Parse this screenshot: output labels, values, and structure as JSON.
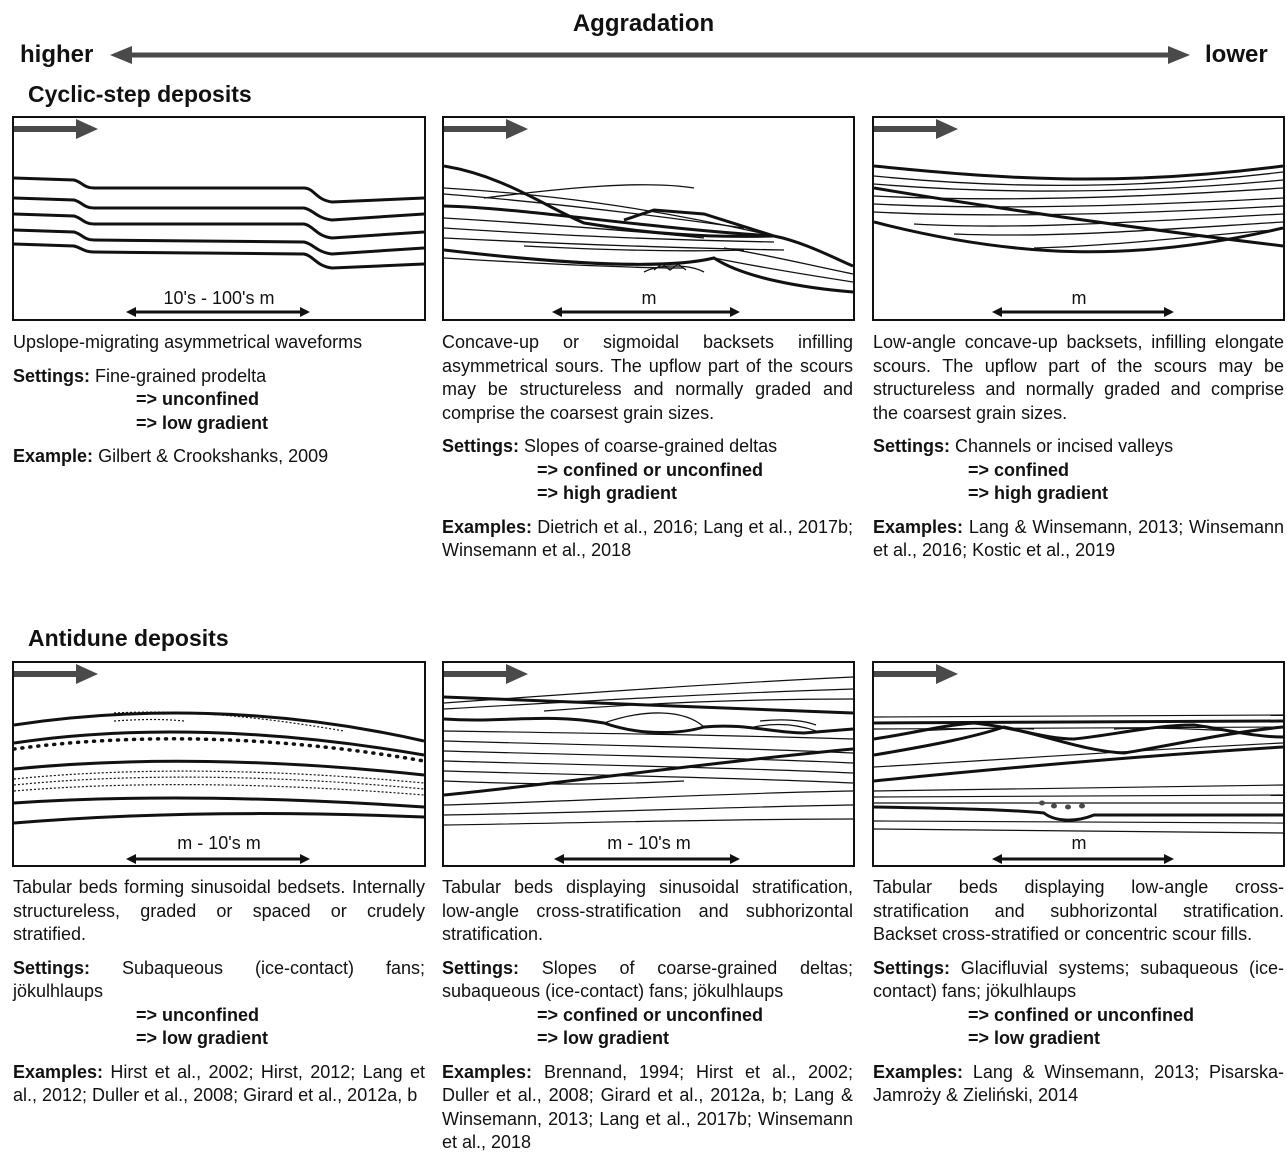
{
  "header": {
    "title": "Aggradation",
    "left": "higher",
    "right": "lower",
    "arrow_color": "#4a4a4a"
  },
  "sections": [
    {
      "title": "Cyclic-step deposits",
      "panels": [
        {
          "scale": "10's - 100's m",
          "description": "Upslope-migrating asymmetrical waveforms",
          "settings_label": "Settings:",
          "settings": "Fine-grained prodelta",
          "implications": [
            "=> unconfined",
            "=> low gradient"
          ],
          "examples_label": "Example:",
          "examples": "Gilbert & Crookshanks, 2009"
        },
        {
          "scale": "m",
          "description": "Concave-up or sigmoidal backsets infilling asymmetrical sours. The upflow part of the scours may be structureless and normally graded and comprise the coarsest grain sizes.",
          "settings_label": "Settings:",
          "settings": "Slopes of coarse-grained deltas",
          "implications": [
            "=> confined or unconfined",
            "=> high gradient"
          ],
          "examples_label": "Examples:",
          "examples": "Dietrich et al., 2016; Lang et al., 2017b; Winsemann et al., 2018"
        },
        {
          "scale": "m",
          "description": "Low-angle concave-up backsets, infilling elongate scours. The upflow part of the scours may be structureless and normally graded and comprise the coarsest grain sizes.",
          "settings_label": "Settings:",
          "settings": "Channels or incised valleys",
          "implications": [
            "=> confined",
            "=> high gradient"
          ],
          "examples_label": "Examples:",
          "examples": "Lang & Winsemann, 2013; Winsemann et al., 2016; Kostic et al., 2019"
        }
      ]
    },
    {
      "title": "Antidune deposits",
      "panels": [
        {
          "scale": "m - 10's m",
          "description": "Tabular beds forming sinusoidal bedsets. Internally structureless, graded or spaced or crudely stratified.",
          "settings_label": "Settings:",
          "settings": "Subaqueous (ice-contact) fans; jökulhlaups",
          "implications": [
            "=> unconfined",
            "=> low gradient"
          ],
          "examples_label": "Examples:",
          "examples": "Hirst et al., 2002; Hirst, 2012; Lang et al., 2012; Duller et al., 2008; Girard et al., 2012a, b"
        },
        {
          "scale": "m - 10's m",
          "description": "Tabular beds displaying sinusoidal stratification, low-angle cross-stratification and subhorizontal stratification.",
          "settings_label": "Settings:",
          "settings": "Slopes of coarse-grained deltas; subaqueous (ice-contact) fans; jökulhlaups",
          "implications": [
            "=> confined or unconfined",
            "=> low gradient"
          ],
          "examples_label": "Examples:",
          "examples": "Brennand, 1994; Hirst et al., 2002; Duller et al., 2008; Girard et al., 2012a, b; Lang & Winsemann, 2013; Lang et al., 2017b; Winsemann et al., 2018"
        },
        {
          "scale": "m",
          "description": "Tabular beds displaying low-angle cross-stratification and subhorizontal stratification. Backset cross-stratified or concentric scour fills.",
          "settings_label": "Settings:",
          "settings": "Glacifluvial systems; subaqueous (ice-contact) fans; jökulhlaups",
          "implications": [
            "=> confined or unconfined",
            "=> low gradient"
          ],
          "examples_label": "Examples:",
          "examples": "Lang & Winsemann, 2013; Pisarska-Jamroży & Zieliński, 2014"
        }
      ]
    }
  ]
}
